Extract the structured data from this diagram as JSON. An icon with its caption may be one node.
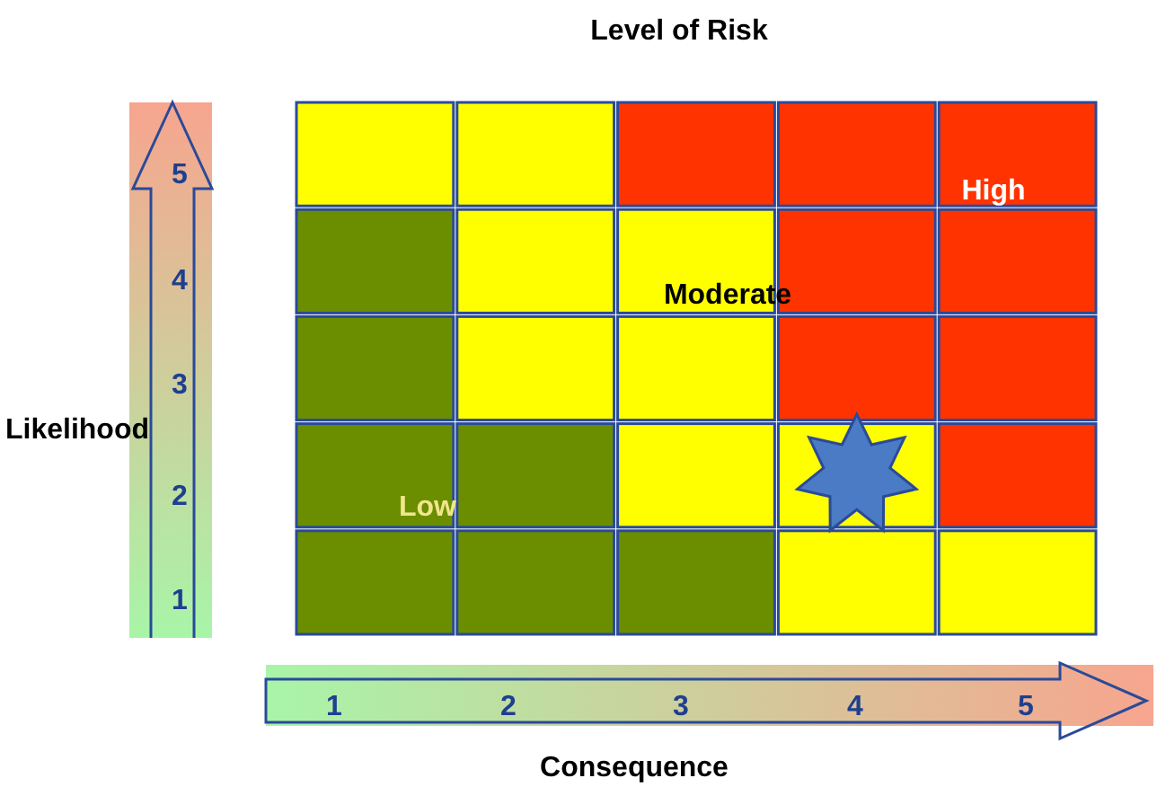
{
  "diagram": {
    "title": "Level of Risk",
    "labels": [
      "5",
      "High",
      "4",
      "Moderate",
      "3",
      "Likelihood",
      "2",
      "Low",
      "1",
      "1",
      "2",
      "3",
      "4",
      "5",
      "Consequence"
    ]
  }
}
